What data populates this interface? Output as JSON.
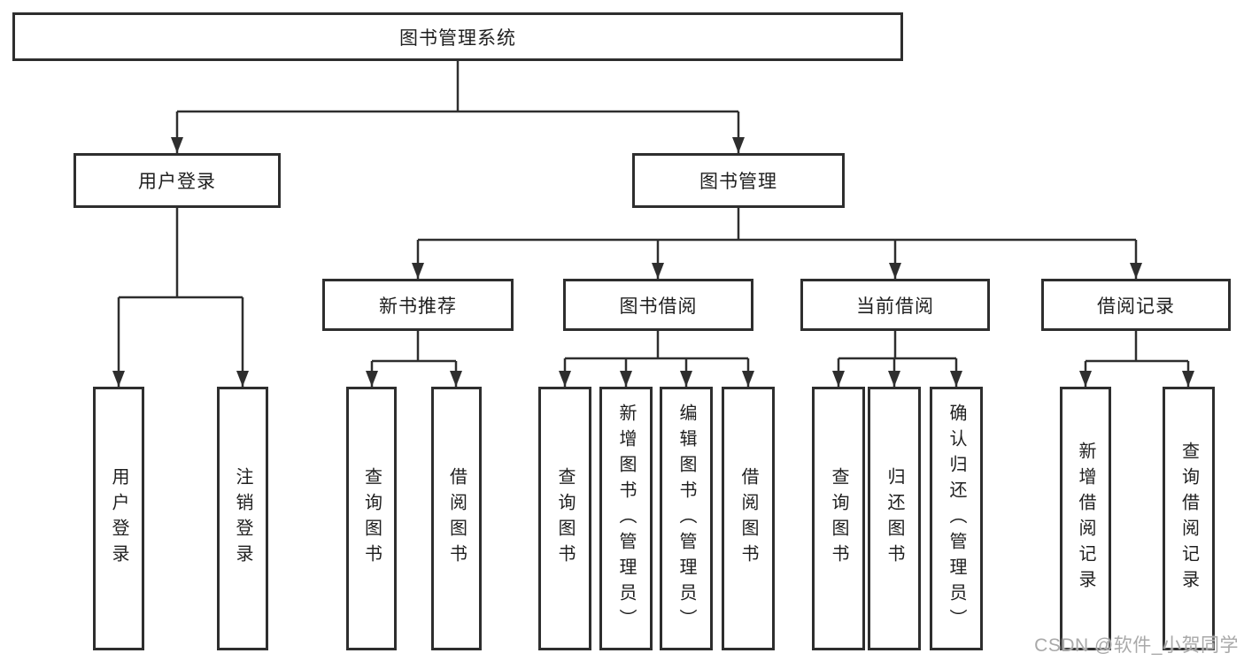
{
  "diagram": {
    "title": "图书管理系统",
    "level2": [
      "用户登录",
      "图书管理"
    ],
    "level3": [
      "新书推荐",
      "图书借阅",
      "当前借阅",
      "借阅记录"
    ],
    "leaves": {
      "user": [
        "用户登录",
        "注销登录"
      ],
      "recommend": [
        "查询图书",
        "借阅图书"
      ],
      "borrow": [
        "查询图书",
        "新增图书（管理员）",
        "编辑图书（管理员）",
        "借阅图书"
      ],
      "current": [
        "查询图书",
        "归还图书",
        "确认归还（管理员）"
      ],
      "records": [
        "新增借阅记录",
        "查询借阅记录"
      ]
    }
  },
  "watermark": {
    "text": "CSDN @软件_小贺同学"
  },
  "colors": {
    "line": "#2e2e2e",
    "box_border": "#2e2e2e",
    "text": "#1f1f1f",
    "watermark": "#a9a9a9",
    "background": "#ffffff"
  }
}
